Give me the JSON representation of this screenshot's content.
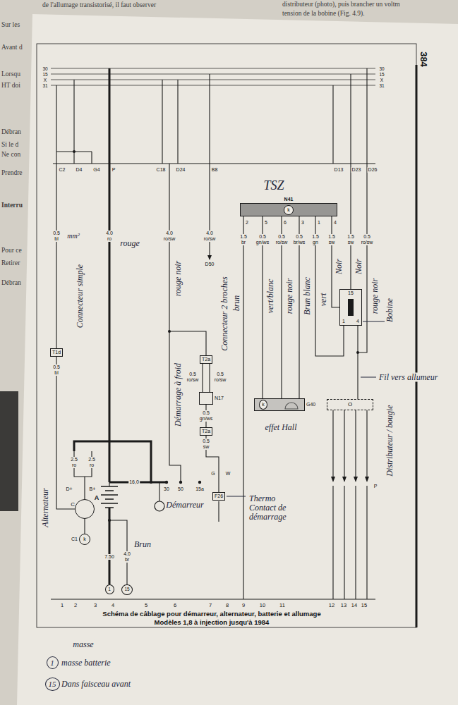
{
  "diagram": {
    "title": "Schéma de câblage pour démarreur, alternateur, batterie et allumage",
    "caption": "Modèles 1,8 à injection jusqu'à 1984",
    "nodes": [
      {
        "text": [
          "N41"
        ]
      },
      {
        "text": [
          "k"
        ],
        "in": 0
      },
      {
        "text": [
          "15",
          "1",
          "4"
        ]
      },
      {
        "text": [
          "T1d"
        ]
      },
      {
        "text": [
          "T2a"
        ]
      },
      {
        "text": [
          "N17"
        ]
      },
      {
        "text": [
          "G40"
        ]
      },
      {
        "text": [
          "k"
        ],
        "in": 6
      },
      {
        "text": [
          "O"
        ]
      },
      {
        "text": [
          "T2a"
        ]
      },
      {
        "text": [
          "F26"
        ]
      },
      {
        "text": [
          "C"
        ]
      },
      {
        "text": [
          "C1",
          "k"
        ]
      },
      {
        "text": [
          "1"
        ]
      },
      {
        "text": [
          "15"
        ]
      },
      {
        "text": [
          "1"
        ]
      },
      {
        "text": [
          "15"
        ]
      }
    ],
    "edges": [
      {
        "from": 0,
        "to": 6,
        "arrow": "none",
        "label": "0.5 gn/ws"
      },
      {
        "from": 0,
        "to": 6,
        "arrow": "none",
        "label": "0.5 ro/sw"
      },
      {
        "from": 0,
        "to": 6,
        "arrow": "none",
        "label": "0.5 br/ws"
      },
      {
        "from": 0,
        "to": 2,
        "arrow": "none",
        "label": "1.5 gn"
      },
      {
        "from": 0,
        "to": 2,
        "arrow": "none",
        "label": "1.5 sw"
      },
      {
        "from": 2,
        "to": 8,
        "arrow": "none"
      },
      {
        "from": 4,
        "to": 5,
        "arrow": "none",
        "label": "0.5 ro/sw"
      },
      {
        "from": 4,
        "to": 5,
        "arrow": "none",
        "label": "0.5 ro/sw"
      },
      {
        "from": 5,
        "to": 9,
        "arrow": "none",
        "label": "0.5 gn/ws"
      },
      {
        "from": 9,
        "to": 10,
        "arrow": "none",
        "label": "0.5 sw"
      },
      {
        "from": 3,
        "to": 11,
        "arrow": "none",
        "label": "0.5 bl"
      },
      {
        "from": 11,
        "to": 12,
        "arrow": "none"
      }
    ],
    "labels": [
      "de l'allumage transistorisé, il faut observer",
      "distributeur (photo), puis brancher un voltm",
      "tension de la bobine (Fig. 4.9).",
      "Sur les",
      "Avant d",
      "Lorsqu",
      "HT doi",
      "Débran",
      "Si le d",
      "Ne con",
      "Prendre",
      "Interru",
      "Pour ce",
      "Retirer",
      "Débran",
      "384",
      "30",
      "15",
      "X",
      "31",
      "30",
      "15",
      "X",
      "31",
      "C2",
      "D4",
      "G4",
      "P",
      "C18",
      "D24",
      "B8",
      "D13",
      "D23",
      "D26",
      "0.5 bl",
      "4.0 ro",
      "4.0 ro/sw",
      "4.0 ro/sw",
      "D50",
      "1.5 br",
      "1.5 sw",
      "0.5 ro/sw",
      "2",
      "5",
      "6",
      "3",
      "1",
      "4",
      "2.5 ro",
      "2.5 ro",
      "D+",
      "B+",
      "A",
      "16,0",
      "30",
      "50",
      "15a",
      "G",
      "W",
      "7.50",
      "4.0 br",
      "P",
      "1",
      "2",
      "3",
      "4",
      "5",
      "6",
      "7",
      "8",
      "9",
      "10",
      "11",
      "12",
      "13",
      "14",
      "15",
      "TSZ",
      "mm²",
      "rouge",
      "rouge noir",
      "Connecteur simple",
      "Démarrage à froid",
      "Connecteur 2 broches",
      "brun",
      "vert/blanc",
      "rouge noir",
      "Brun blanc",
      "vert",
      "Noir",
      "Noir",
      "rouge noir",
      "Bobine",
      "Fil vers allumeur",
      "effet Hall",
      "Distributeur / bougie",
      "Thermo Contact de démarrage",
      "Alternateur",
      "Démarreur",
      "Brun",
      "masse",
      "masse batterie",
      "Dans faisceau avant"
    ]
  }
}
